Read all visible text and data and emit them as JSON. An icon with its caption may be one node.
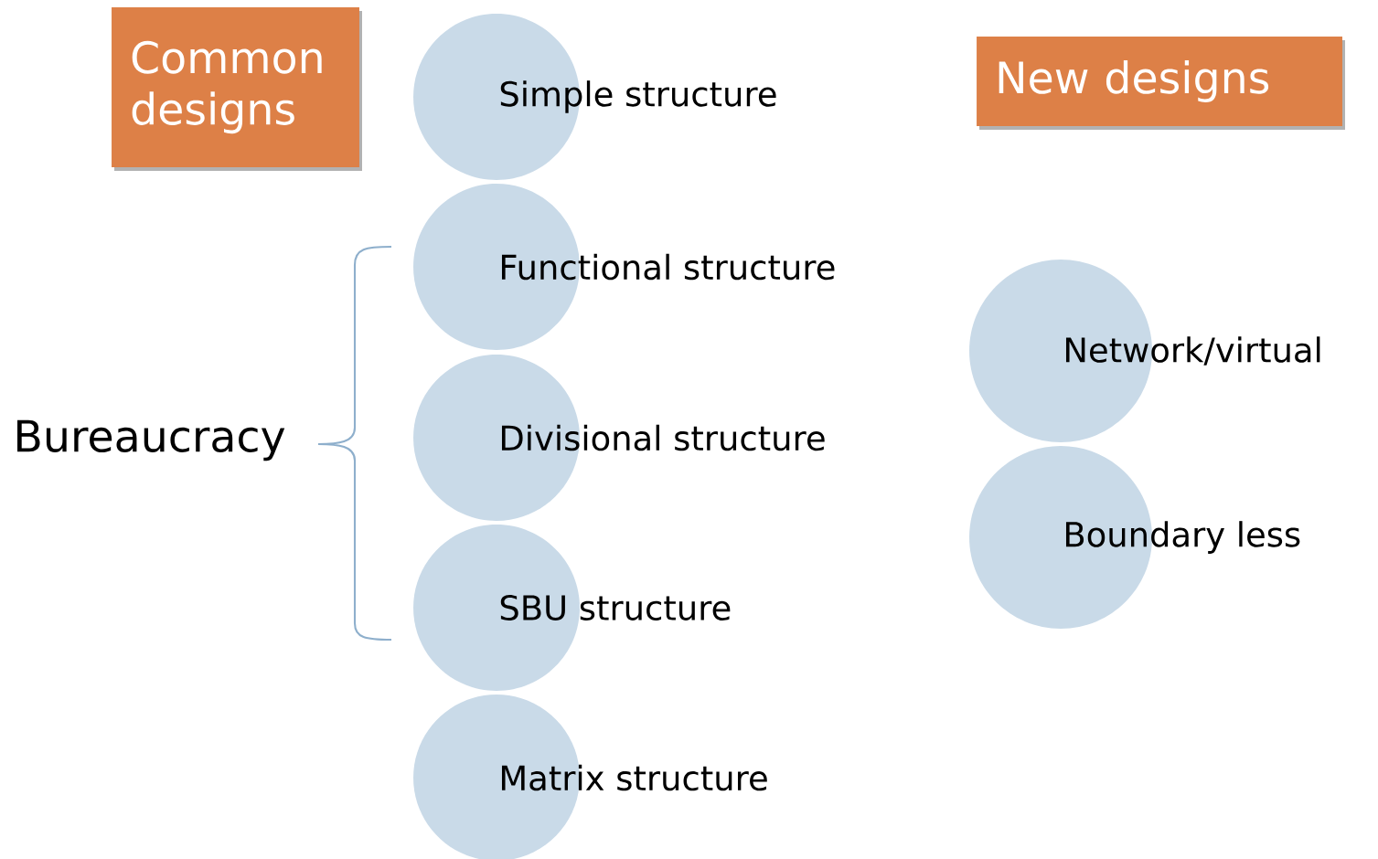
{
  "diagram": {
    "nodes": [
      {
        "text": [
          "Common designs"
        ]
      },
      {
        "text": [
          "New designs"
        ]
      },
      {
        "text": [
          "Simple structure"
        ]
      },
      {
        "text": [
          "Functional structure"
        ]
      },
      {
        "text": [
          "Divisional structure"
        ]
      },
      {
        "text": [
          "SBU structure"
        ]
      },
      {
        "text": [
          "Matrix structure"
        ]
      },
      {
        "text": [
          "Network/virtual"
        ]
      },
      {
        "text": [
          "Boundary less"
        ]
      }
    ],
    "edges": [],
    "labels": [
      "Bureaucracy"
    ]
  }
}
